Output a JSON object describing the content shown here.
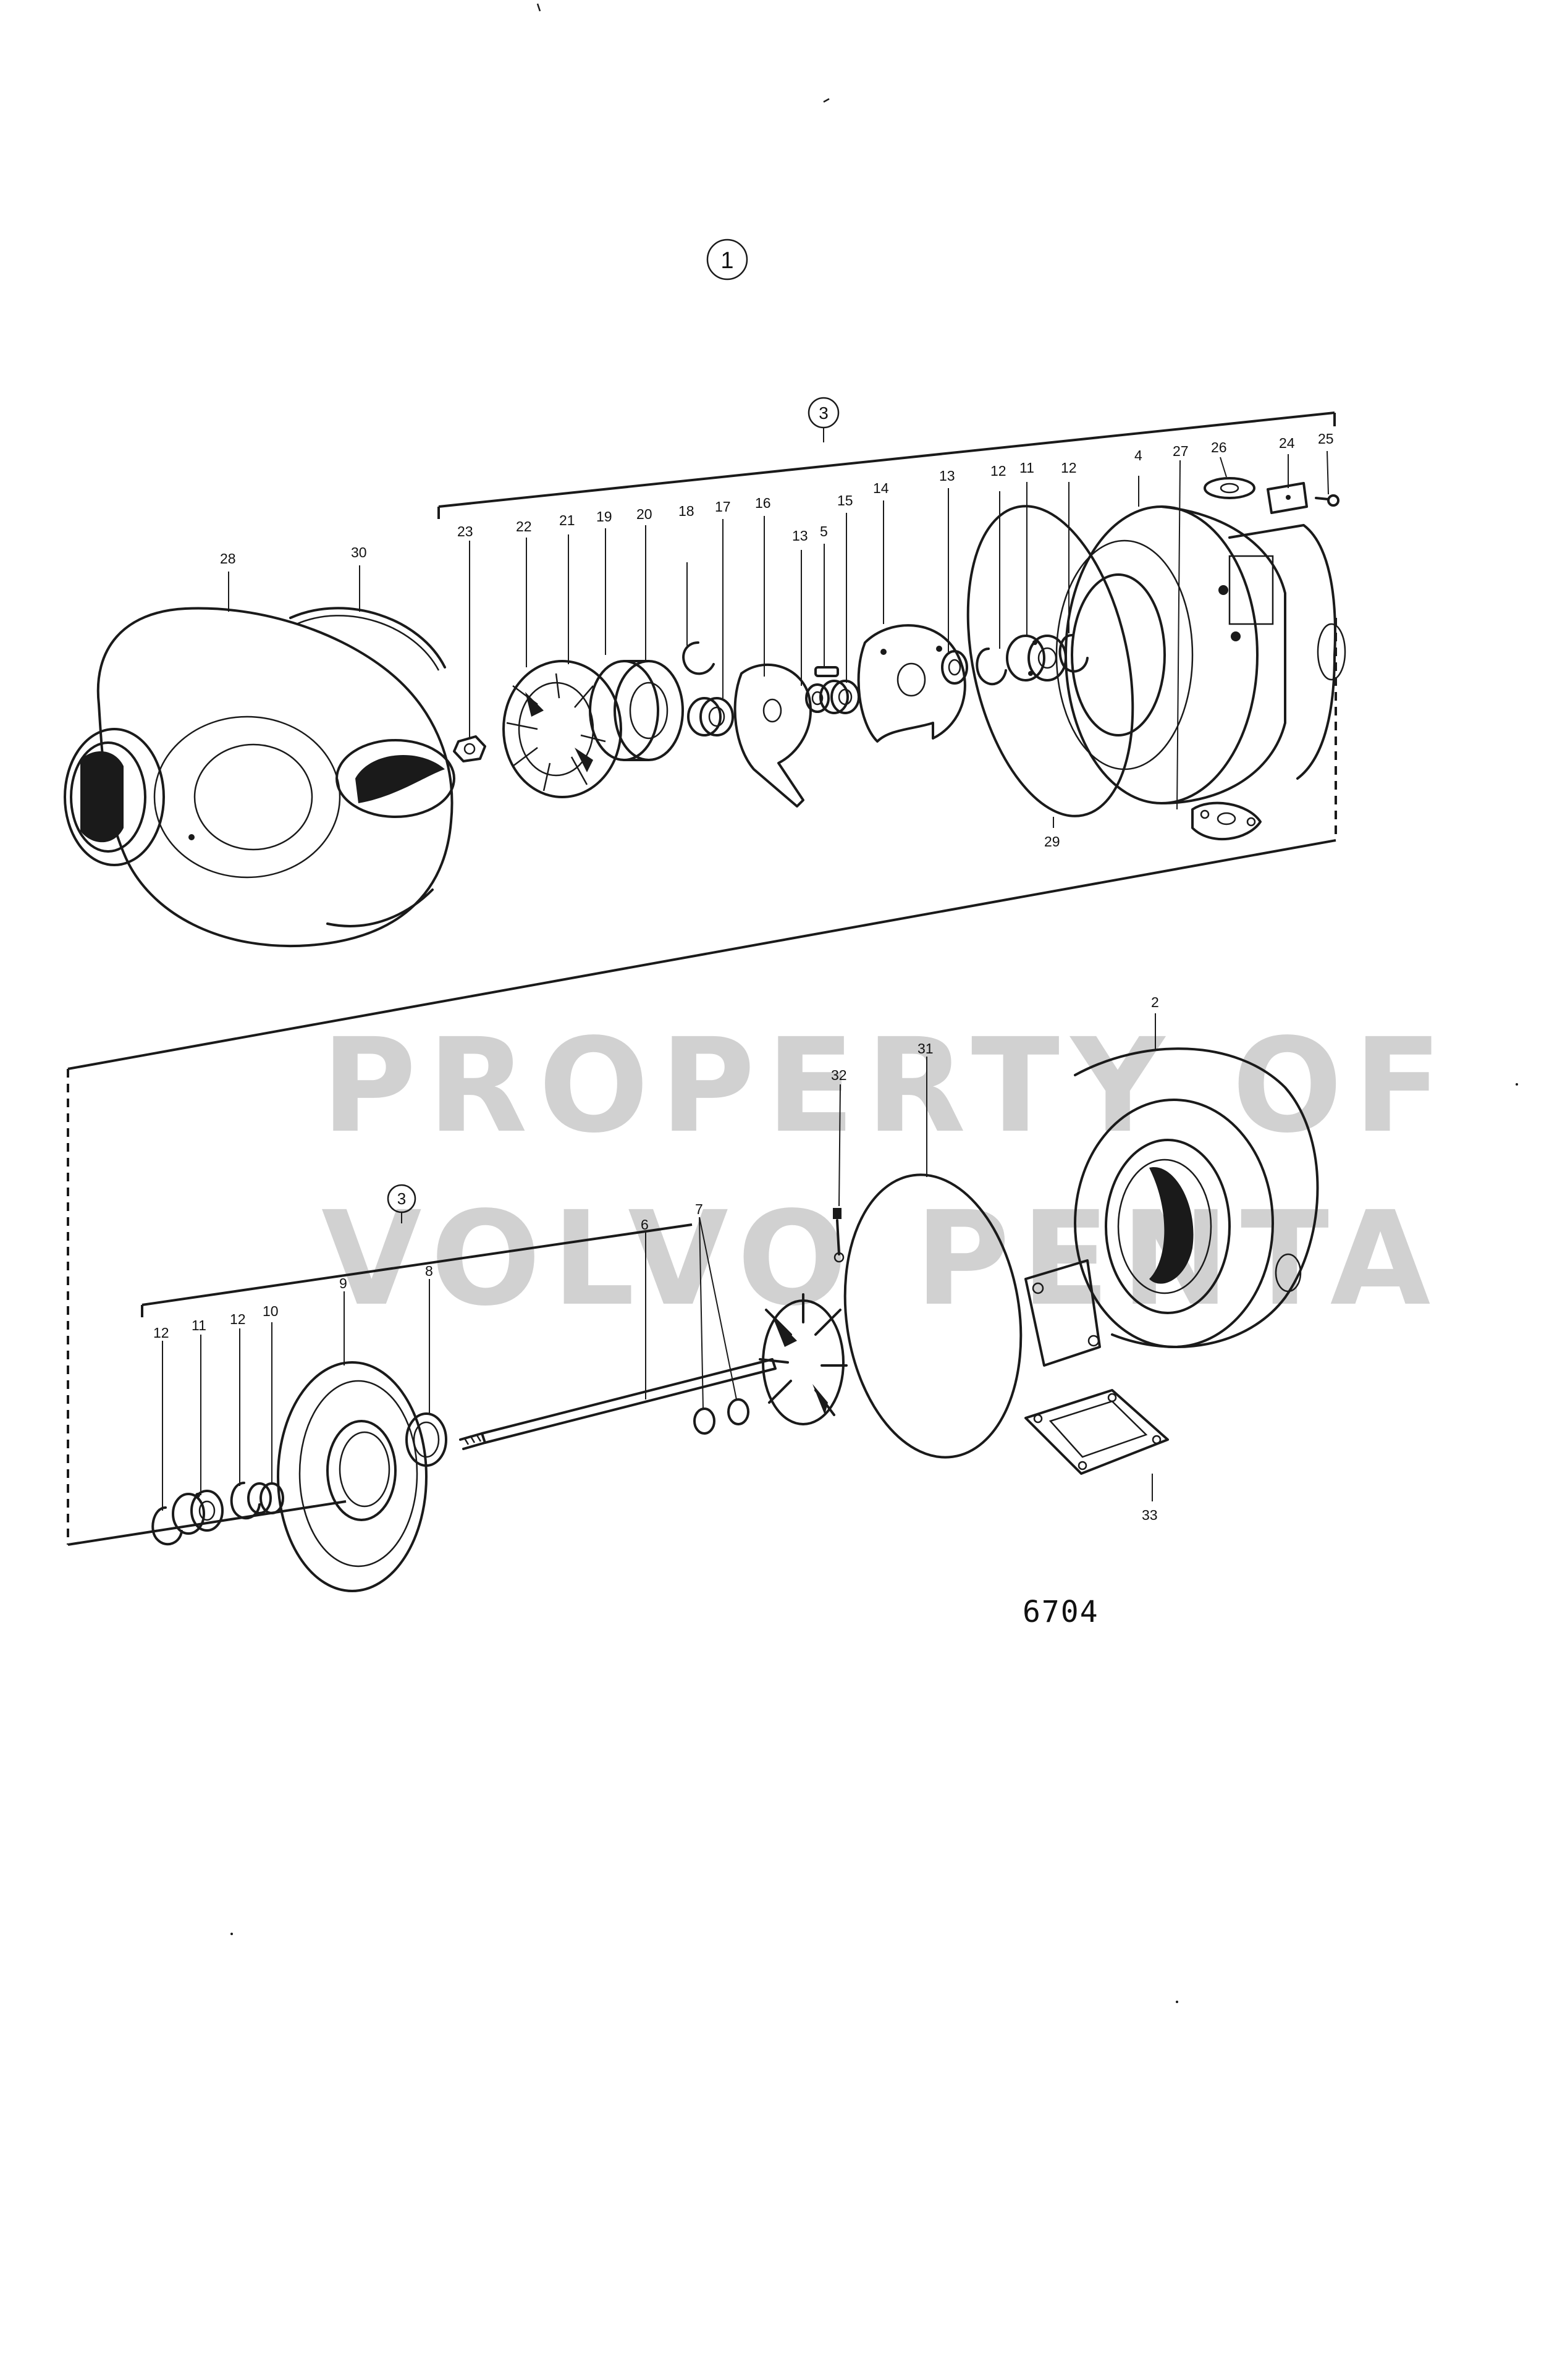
{
  "title_marker": "1",
  "group_marker": "3",
  "figure_number": "6704",
  "watermark": {
    "line1": "PROPERTY OF",
    "line2": "VOLVO PENTA"
  },
  "upper_callouts": [
    "23",
    "22",
    "21",
    "19",
    "20",
    "18",
    "17",
    "16",
    "13",
    "5",
    "15",
    "14",
    "13",
    "12",
    "11",
    "12",
    "4",
    "27",
    "26",
    "24",
    "25",
    "28",
    "30",
    "29"
  ],
  "lower_callouts": [
    "12",
    "11",
    "12",
    "10",
    "9",
    "8",
    "6",
    "7",
    "32",
    "31",
    "2",
    "33"
  ]
}
